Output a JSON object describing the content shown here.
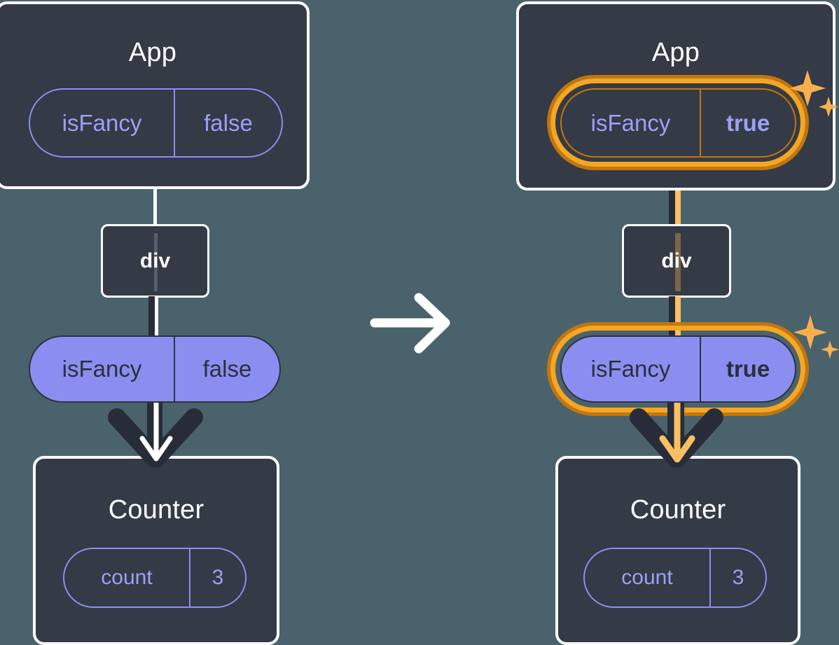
{
  "diagram": {
    "type": "react-state-propagation",
    "title_before": "App",
    "title_after": "App",
    "transition_icon": "right-arrow-icon",
    "colors": {
      "background": "#4a626c",
      "box_fill": "#343a46",
      "box_border": "#ffffff",
      "pill_purple": "#8b8ef0",
      "highlight_orange": "#f5a623",
      "highlight_orange_dark": "#c1760f",
      "arrow_dark": "#272c38",
      "arrow_white": "#ffffff",
      "arrow_orange": "#fbbf63",
      "sparkle": "#f8b04e"
    }
  },
  "before": {
    "app": {
      "title": "App",
      "state_pill": {
        "name": "isFancy",
        "value": "false",
        "highlighted": false
      }
    },
    "div_node": {
      "label": "div"
    },
    "prop_pill": {
      "name": "isFancy",
      "value": "false",
      "highlighted": false
    },
    "counter": {
      "title": "Counter",
      "state_pill": {
        "name": "count",
        "value": "3",
        "highlighted": false
      }
    }
  },
  "after": {
    "app": {
      "title": "App",
      "state_pill": {
        "name": "isFancy",
        "value": "true",
        "highlighted": true
      }
    },
    "div_node": {
      "label": "div"
    },
    "prop_pill": {
      "name": "isFancy",
      "value": "true",
      "highlighted": true
    },
    "counter": {
      "title": "Counter",
      "state_pill": {
        "name": "count",
        "value": "3",
        "highlighted": false
      }
    }
  }
}
